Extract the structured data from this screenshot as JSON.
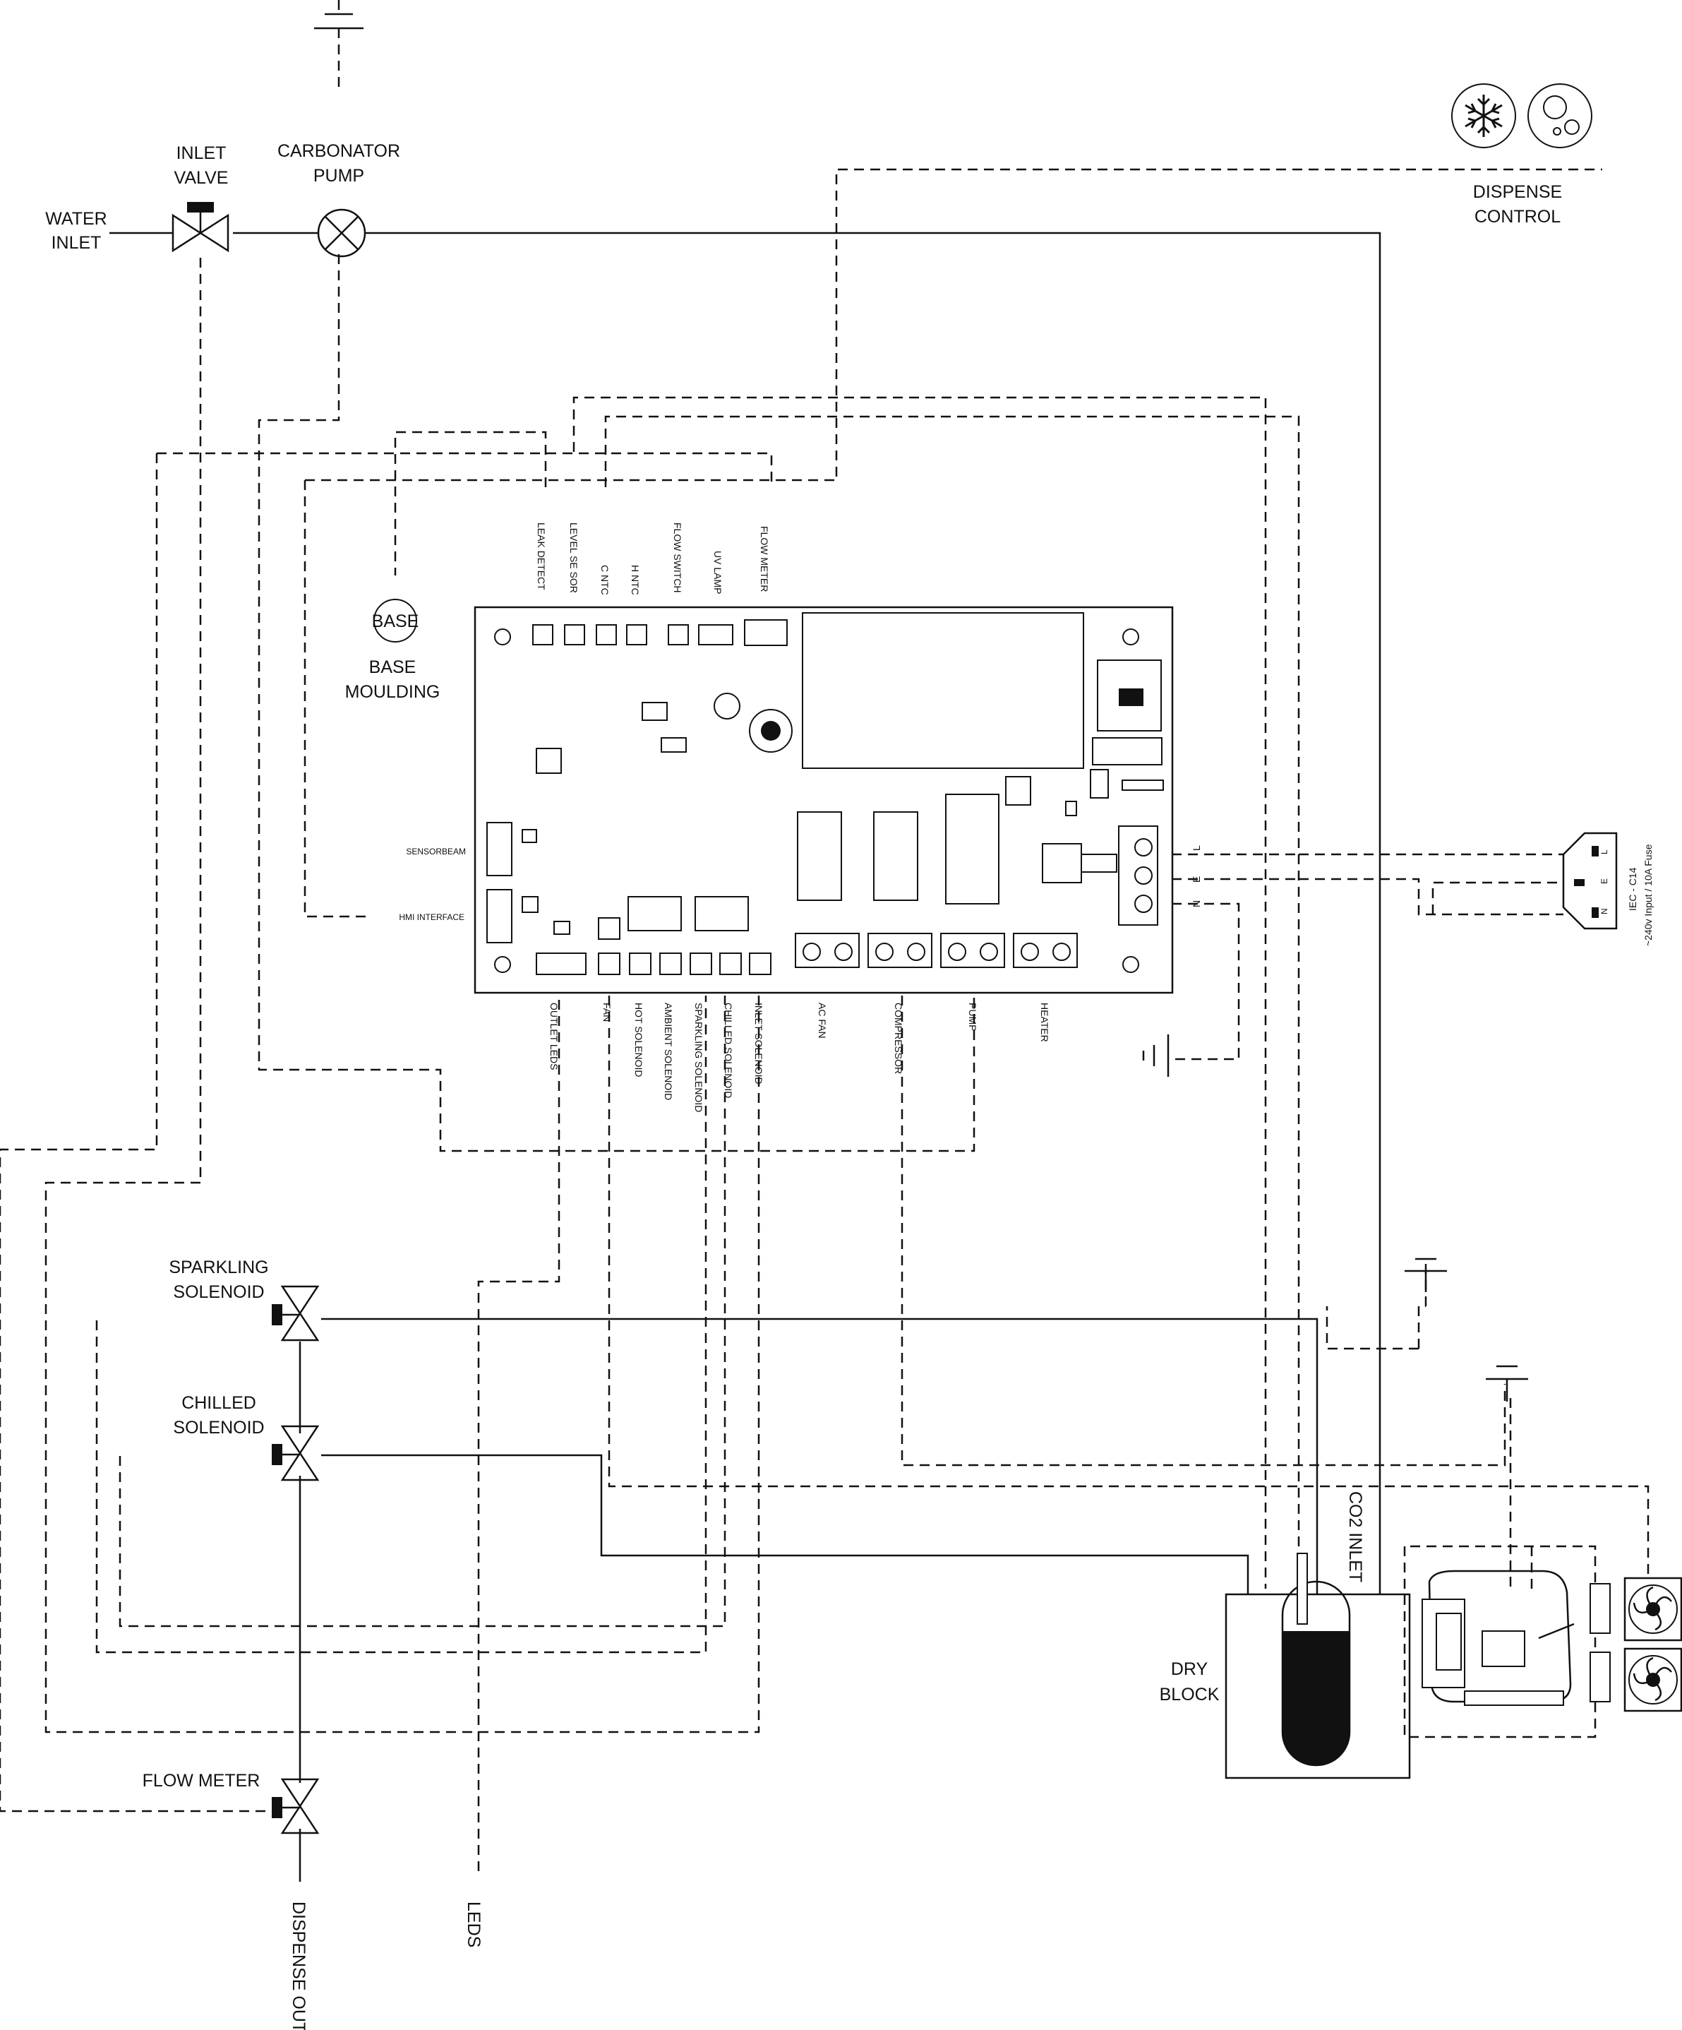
{
  "labels": {
    "water_inlet": [
      "WATER",
      "INLET"
    ],
    "inlet_valve": [
      "INLET",
      "VALVE"
    ],
    "carbonator_pump": [
      "CARBONATOR",
      "PUMP"
    ],
    "dispense_control": [
      "DISPENSE",
      "CONTROL"
    ],
    "base_badge": "BASE",
    "base_moulding": [
      "BASE",
      "MOULDING"
    ],
    "sparkling_solenoid": [
      "SPARKLING",
      "SOLENOID"
    ],
    "chilled_solenoid": [
      "CHILLED",
      "SOLENOID"
    ],
    "flow_meter": "FLOW METER",
    "dispense_out": "DISPENSE OUT",
    "leds": "LEDS",
    "co2_inlet": "CO2 INLET",
    "dry_block": [
      "DRY",
      "BLOCK"
    ],
    "iec_line1": "IEC - C14",
    "iec_line2": "~240v Input / 10A Fuse",
    "iec_pins": [
      "L",
      "E",
      "N"
    ],
    "mains_wires": [
      "L",
      "E",
      "N"
    ]
  },
  "board": {
    "top_connectors": [
      "LEAK DETECT",
      "LEVEL SE SOR",
      "C NTC",
      "H NTC",
      "FLOW SWITCH",
      "UV LAMP",
      "FLOW METER"
    ],
    "left_connectors": [
      "SENSORBEAM",
      "HMI INTERFACE"
    ],
    "bottom_connectors": [
      "OUTLET LEDS",
      "FAN",
      "HOT SOLENOID",
      "AMBIENT  SOLENOID",
      "SPARKLING SOLENOID",
      "CHILLED SOLENOID",
      "INLET SOLENOID",
      "AC FAN",
      "COMPRESSOR",
      "PUMP",
      "HEATER"
    ]
  },
  "icons": [
    "snowflake-icon",
    "bubbles-icon",
    "ground-icon",
    "valve-icon",
    "pump-icon",
    "fan-icon",
    "compressor-icon"
  ]
}
